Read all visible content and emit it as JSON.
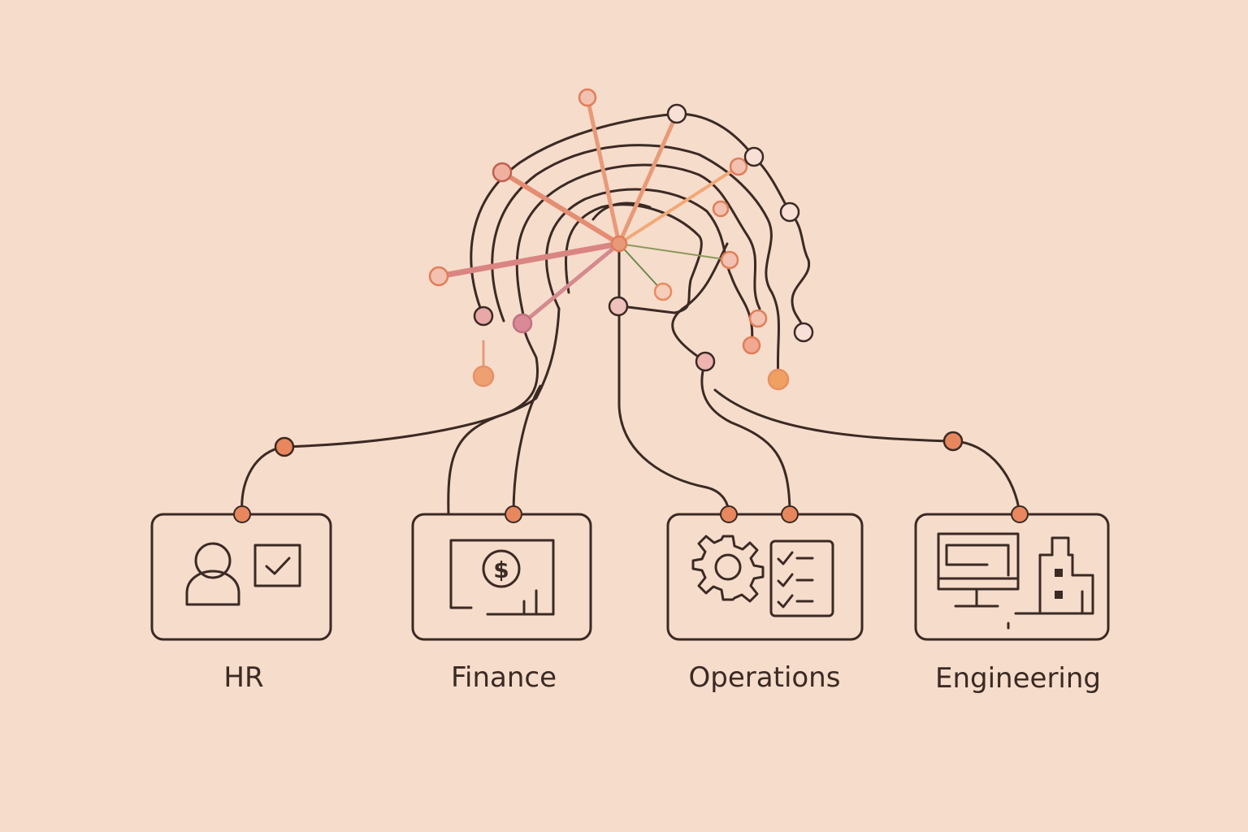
{
  "departments": [
    {
      "label": "HR",
      "icon": "person-checkbox-icon"
    },
    {
      "label": "Finance",
      "icon": "dollar-chart-icon"
    },
    {
      "label": "Operations",
      "icon": "gear-checklist-icon"
    },
    {
      "label": "Engineering",
      "icon": "computer-building-icon"
    }
  ],
  "colors": {
    "background": "#f6dccb",
    "line": "#3b2a24",
    "accent": "#e8875d",
    "node_fill": "#f3c1b0"
  }
}
